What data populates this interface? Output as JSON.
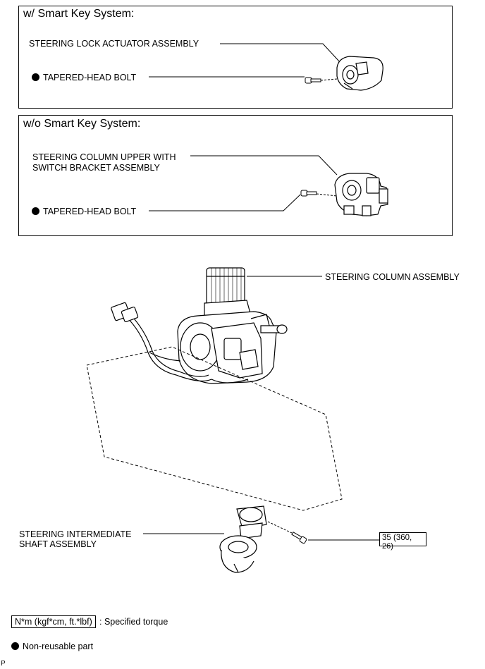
{
  "smart_key_panel": {
    "heading": "w/ Smart Key System:",
    "actuator_label": "STEERING LOCK ACTUATOR ASSEMBLY",
    "bolt_label": "TAPERED-HEAD BOLT"
  },
  "no_smart_key_panel": {
    "heading": "w/o Smart Key System:",
    "column_upper_label_line1": "STEERING COLUMN UPPER WITH",
    "column_upper_label_line2": "SWITCH BRACKET ASSEMBLY",
    "bolt_label": "TAPERED-HEAD BOLT"
  },
  "main": {
    "column_label": "STEERING COLUMN ASSEMBLY",
    "shaft_label_line1": "STEERING INTERMEDIATE",
    "shaft_label_line2": "SHAFT ASSEMBLY",
    "torque_value_line1": "35 (360,",
    "torque_value_line2": "26)"
  },
  "legend": {
    "torque_unit": "N*m (kgf*cm, ft.*lbf)",
    "torque_text": ": Specified torque",
    "nonreusable_text": "Non-reusable part"
  },
  "corner_mark": "P"
}
